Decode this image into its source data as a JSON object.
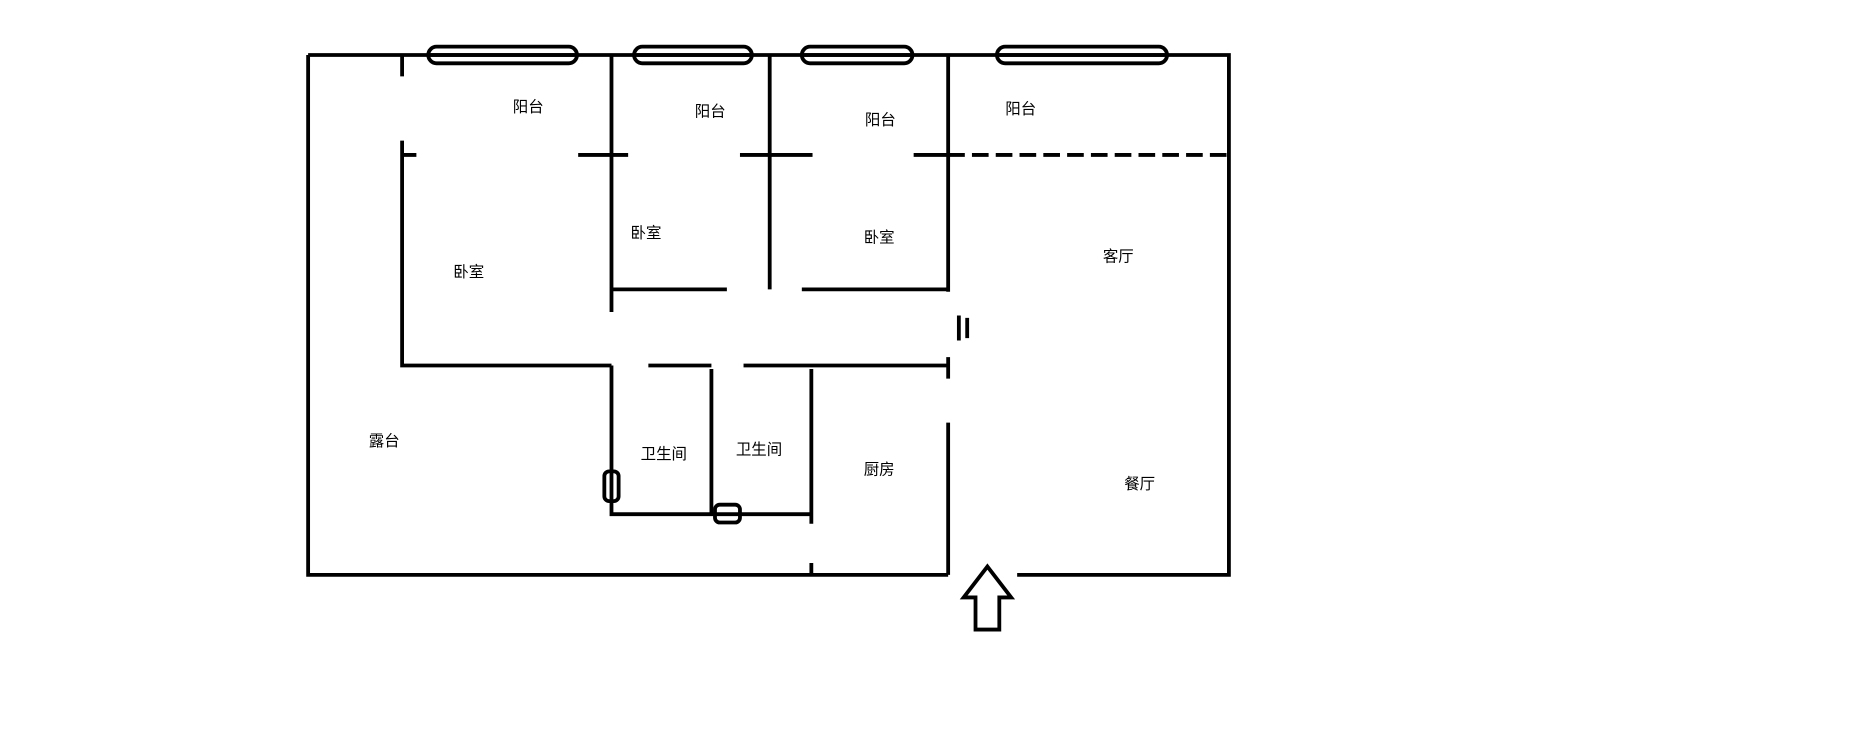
{
  "floorplan": {
    "rooms": {
      "balcony_1": "阳台",
      "balcony_2": "阳台",
      "balcony_3": "阳台",
      "balcony_4": "阳台",
      "bedroom_master": "卧室",
      "bedroom_2": "卧室",
      "bedroom_3": "卧室",
      "living_room": "客厅",
      "terrace": "露台",
      "bathroom_1": "卫生间",
      "bathroom_2": "卫生间",
      "kitchen": "厨房",
      "dining_room": "餐厅"
    },
    "icons": {
      "entrance": "arrow-up-icon"
    }
  }
}
